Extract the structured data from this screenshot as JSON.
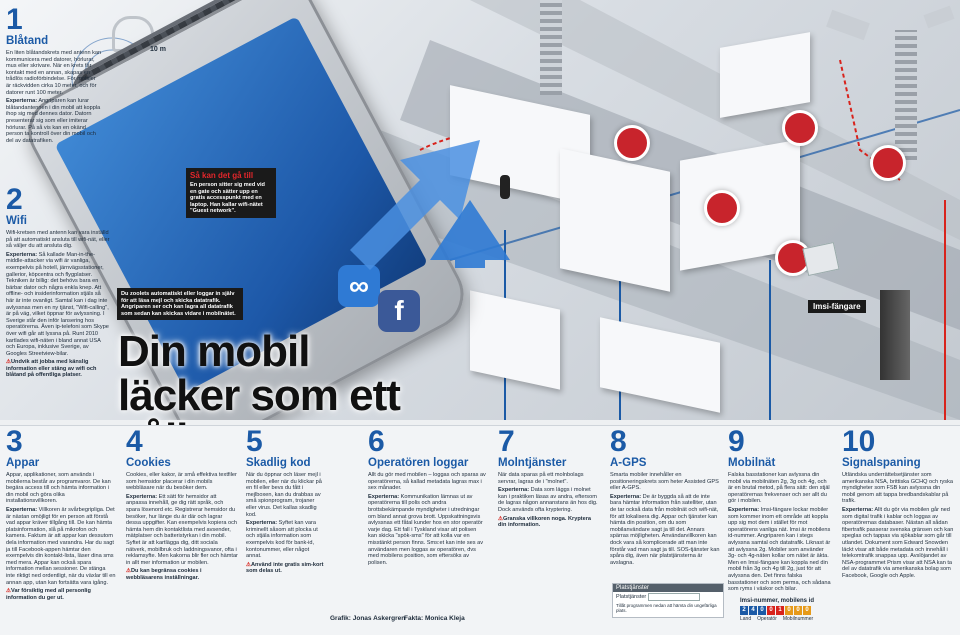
{
  "headline": "Din mobil läcker som ett såll",
  "callouts": {
    "wifi_trick": {
      "title": "Så kan det gå till",
      "text": "En person sitter sig med vid en gate och sätter upp en gratis accesspunkt med en laptop. Han kallar wifi-nätet \"Guest network\"."
    },
    "auto_connect": {
      "text": "Du zoolets automatiskt eller loggar in själv för att läsa mejl och skicka datatrafik. Angriparen ser och kan lagra all datatrafik som sedan kan skickas vidare i mobilnätet."
    }
  },
  "labels": {
    "imsi": "Imsi-fängare",
    "distance": "10 m"
  },
  "credits": {
    "graphic": "Grafik: Jonas Askergren",
    "facts": "Fakta: Monica Kleja"
  },
  "sections": [
    {
      "num": "1",
      "title": "Blåtand",
      "text": "En liten blåtandskrets med antenn kan kommunicera med datorer, hörlurar, mus eller skrivare. När en krets får kontakt med en annan, skapas en trådlös radioförbindelse. För mobiler är räckvidden cirka 10 meter, och för datorer runt 100 meter.",
      "expert": "Angriparen kan lurar blåtandantennen i din mobil att koppla ihop sig med dennes dator. Datorn presenterar sig som eller imiterar hörlurar. På så vis kan en okänd person ta kontroll över din mobil och del av datatrafiken.",
      "warn": ""
    },
    {
      "num": "2",
      "title": "Wifi",
      "text": "Wifi-kretsen med antenn kan vara inställd på att automatiskt ansluta till wifi-nät, eller så väljer du att ansluta dig.",
      "expert": "Så kallade Man-in-the-middle-attacker via wifi är vanliga, exempelvis på hotell, järnvägsstationer, gallerior, köpcentra och flygplatser. Tekniken är billig: det behövs bara en bärbar dator och några enkla knep. Att offline- och insiderinformation stjäls så här är inte ovanligt. Samtal kan i dag inte avlyssnas men en ny tjänst, \"Wifi-calling\", är på väg, vilket öppnar för avlyssning. I Sverige står den inför lansering hos operatörerna. Även ip-telefoni som Skype över wifi går att lyssna på. Runt 2010 kartlades wifi-näten i bland annat USA och Europa, inklusive Sverige, av Googles Streetview-bilar.",
      "warn": "Undvik att jobba med känslig information eller stäng av wifi och blåtand på offentliga platser."
    },
    {
      "num": "3",
      "title": "Appar",
      "text": "Appar, applikationer, som används i mobilerna består av programvaror. De kan begära access till och hämta information i din mobil och göra olika installationsvillkoren.",
      "expert": "Villkoren är svårbegripliga. Det är nästan omöjligt för en person att förstå vad appar kräver tillgång till. De kan hämta platsinformation, slå på mikrofon och kamera. Faktum är att appar kan dessutom dela information med varandra. Har du sagt ja till Facebook-appen hämtar den exempelvis din kontakt-lista, läser dina sms med mera. Appar kan också spara information mellan sessioner. De stänga inte riktigt ned ordentligt, när du växlar till en annan app, utan kan fortsätta vara igång.",
      "warn": "Var försiktig med all personlig information du ger ut."
    },
    {
      "num": "4",
      "title": "Cookies",
      "text": "Cookies, eller kakor, är små effektiva textfiler som hemsidor placerar i din mobils webbläsare när du besöker dem.",
      "expert": "Ett sätt för hemsidor att anpassa innehåll, ge dig rätt språk, och spara lösenord etc. Registrerar hemsidor du besöker, hur länge du är där och lagrar dessa uppgifter. Kan exempelvis kopiera och hämta hem din kontaktlista med avsender, mätplatser och batteristyrkan i din mobil. Syftet är att kartlägga dig, ditt sociala nätverk, mobilbruk och laddningsvanor, ofta i reklamsyfte. Men kakorna blir fler och hämtar in allt mer information ur mobilen.",
      "warn": "Du kan begränsa cookies i webbläsarens inställningar."
    },
    {
      "num": "5",
      "title": "Skadlig kod",
      "text": "När du öppnar och läser mejl i mobilen, eller när du klickar på en fil eller bevs du fått i mejlboxen, kan du drabbas av små spionprogram, trojaner eller virus. Det kallas skadlig kod.",
      "expert": "Syftet kan vara kriminellt såsom att plocka ut och stjäla information som exempelvis kod för bank-id, kontonummer, eller något annat.",
      "warn": "Använd inte gratis sim-kort som delas ut."
    },
    {
      "num": "6",
      "title": "Operatören loggar",
      "text": "Allt du gör med mobilen – loggas och sparas av operatörerna, så kallad metadata lagras max i sex månader.",
      "expert": "Kommunikation lämnas ut av operatörerna till polis och andra brottsbekämpande myndigheter i utredningar om bland annat grova brott. Uppskattningsvis avlyssnas ett fåtal kunder hos en stor operatör varje dag. Ett fall i Tyskland visar att polisen kan skicka \"spök-sms\" för att kolla var en misstänkt person finns. Sms:et kan inte ses av användaren men loggas av operatören, dvs med mobilens position, som eftersöks av polisen.",
      "warn": ""
    },
    {
      "num": "7",
      "title": "Molntjänster",
      "text": "När data sparas på ett molnbolags servrar, lagras de i \"molnet\".",
      "expert": "Data som läggs i molnet kan i praktiken läsas av andra, eftersom de lagras någon annanstans än hos dig. Dock används ofta kryptering.",
      "warn": "Granska villkoren noga. Kryptera din information."
    },
    {
      "num": "8",
      "title": "A-GPS",
      "text": "Smarta mobiler innehåller en positioneringskrets som heter Assisted GPS eller A-GPS.",
      "expert": "De är byggda så att de inte bara hämtar information från satelliter, utan de tar också data från mobilnät och wifi-nät, för att lokalisera dig. Appar och tjänster kan hämta din position, om du som mobilanvändare sagt ja till det. Annars spärras möjligheten. Användarvillkoren kan dock vara så komplicerade att man inte förstår vad man sagt ja till. SOS-tjänster kan spåra dig, även när platstjänsterna är avslagna.",
      "warn": ""
    },
    {
      "num": "9",
      "title": "Mobilnät",
      "text": "Falska basstationer kan avlyssna din mobil via mobilnäten 2g, 3g och 4g, och är en brutal metod, på flera sätt: den stjäl operatörernas frekvenser och ser allt du gör i mobilen.",
      "expert": "Imsi-fängare lockar mobiler som kommer inom ett område att koppla upp sig mot dem i stället för mot operatörens vanliga nät. Imsi är mobilens id-nummer. Angriparen kan i stegs avlyssna samtal och datatrafik. Liknast är att avlyssna 2g. Mobiler som använder 3g- och 4g-näten kollar om nätet är äkta. Men en Imsi-fängare kan koppla ned din mobil från 3g och 4g till 2g, just för att avlyssna den. Det finns falska basstationer och som perma, och sådana som ryms i väskor och bilar.",
      "warn": ""
    },
    {
      "num": "10",
      "title": "Signalspaning",
      "text": "Utländska underrättelsetjänster som amerikanska NSA, brittiska GCHQ och ryska myndigheter som FSB kan avlyssna din mobil genom att tappa bredbandskablar på trafik.",
      "expert": "Allt du gör via mobilen går ned som digital trafik i kablar och loggas av operatörernas databaser. Nästan all sådan fibertrafik passerar svenska gränsen och kan speglas och tappas via sjökablar som går till utlandet. Dokument som Edward Snowden läckt visar att både metadata och innehåll i telekomtrafik snappas upp. Avslöjandet av NSA-programmet Prism visar att NSA kan ta del av datatrafik via amerikanska bolag som Facebook, Google och Apple.",
      "warn": ""
    }
  ],
  "expert_label": "Experterna:",
  "widget": {
    "header": "Platstjänster",
    "row_label": "Platstjänster",
    "note": "Tillåt programmen nedan att hämta din ungefärliga plats."
  },
  "imsi_box": {
    "title": "Imsi-nummer, mobilens id",
    "digits": [
      "2",
      "4",
      "0",
      "0",
      "1",
      "0",
      "0",
      "0"
    ],
    "digit_labels": [
      "Land",
      "Operatör",
      "Mobilnummer"
    ],
    "colors": {
      "country": "#1b5aa6",
      "operator": "#d8231c",
      "mobile": "#e69a1a"
    }
  },
  "colors": {
    "accent": "#1b5aa6",
    "alert": "#d8231c",
    "background": "#eef0f2"
  }
}
